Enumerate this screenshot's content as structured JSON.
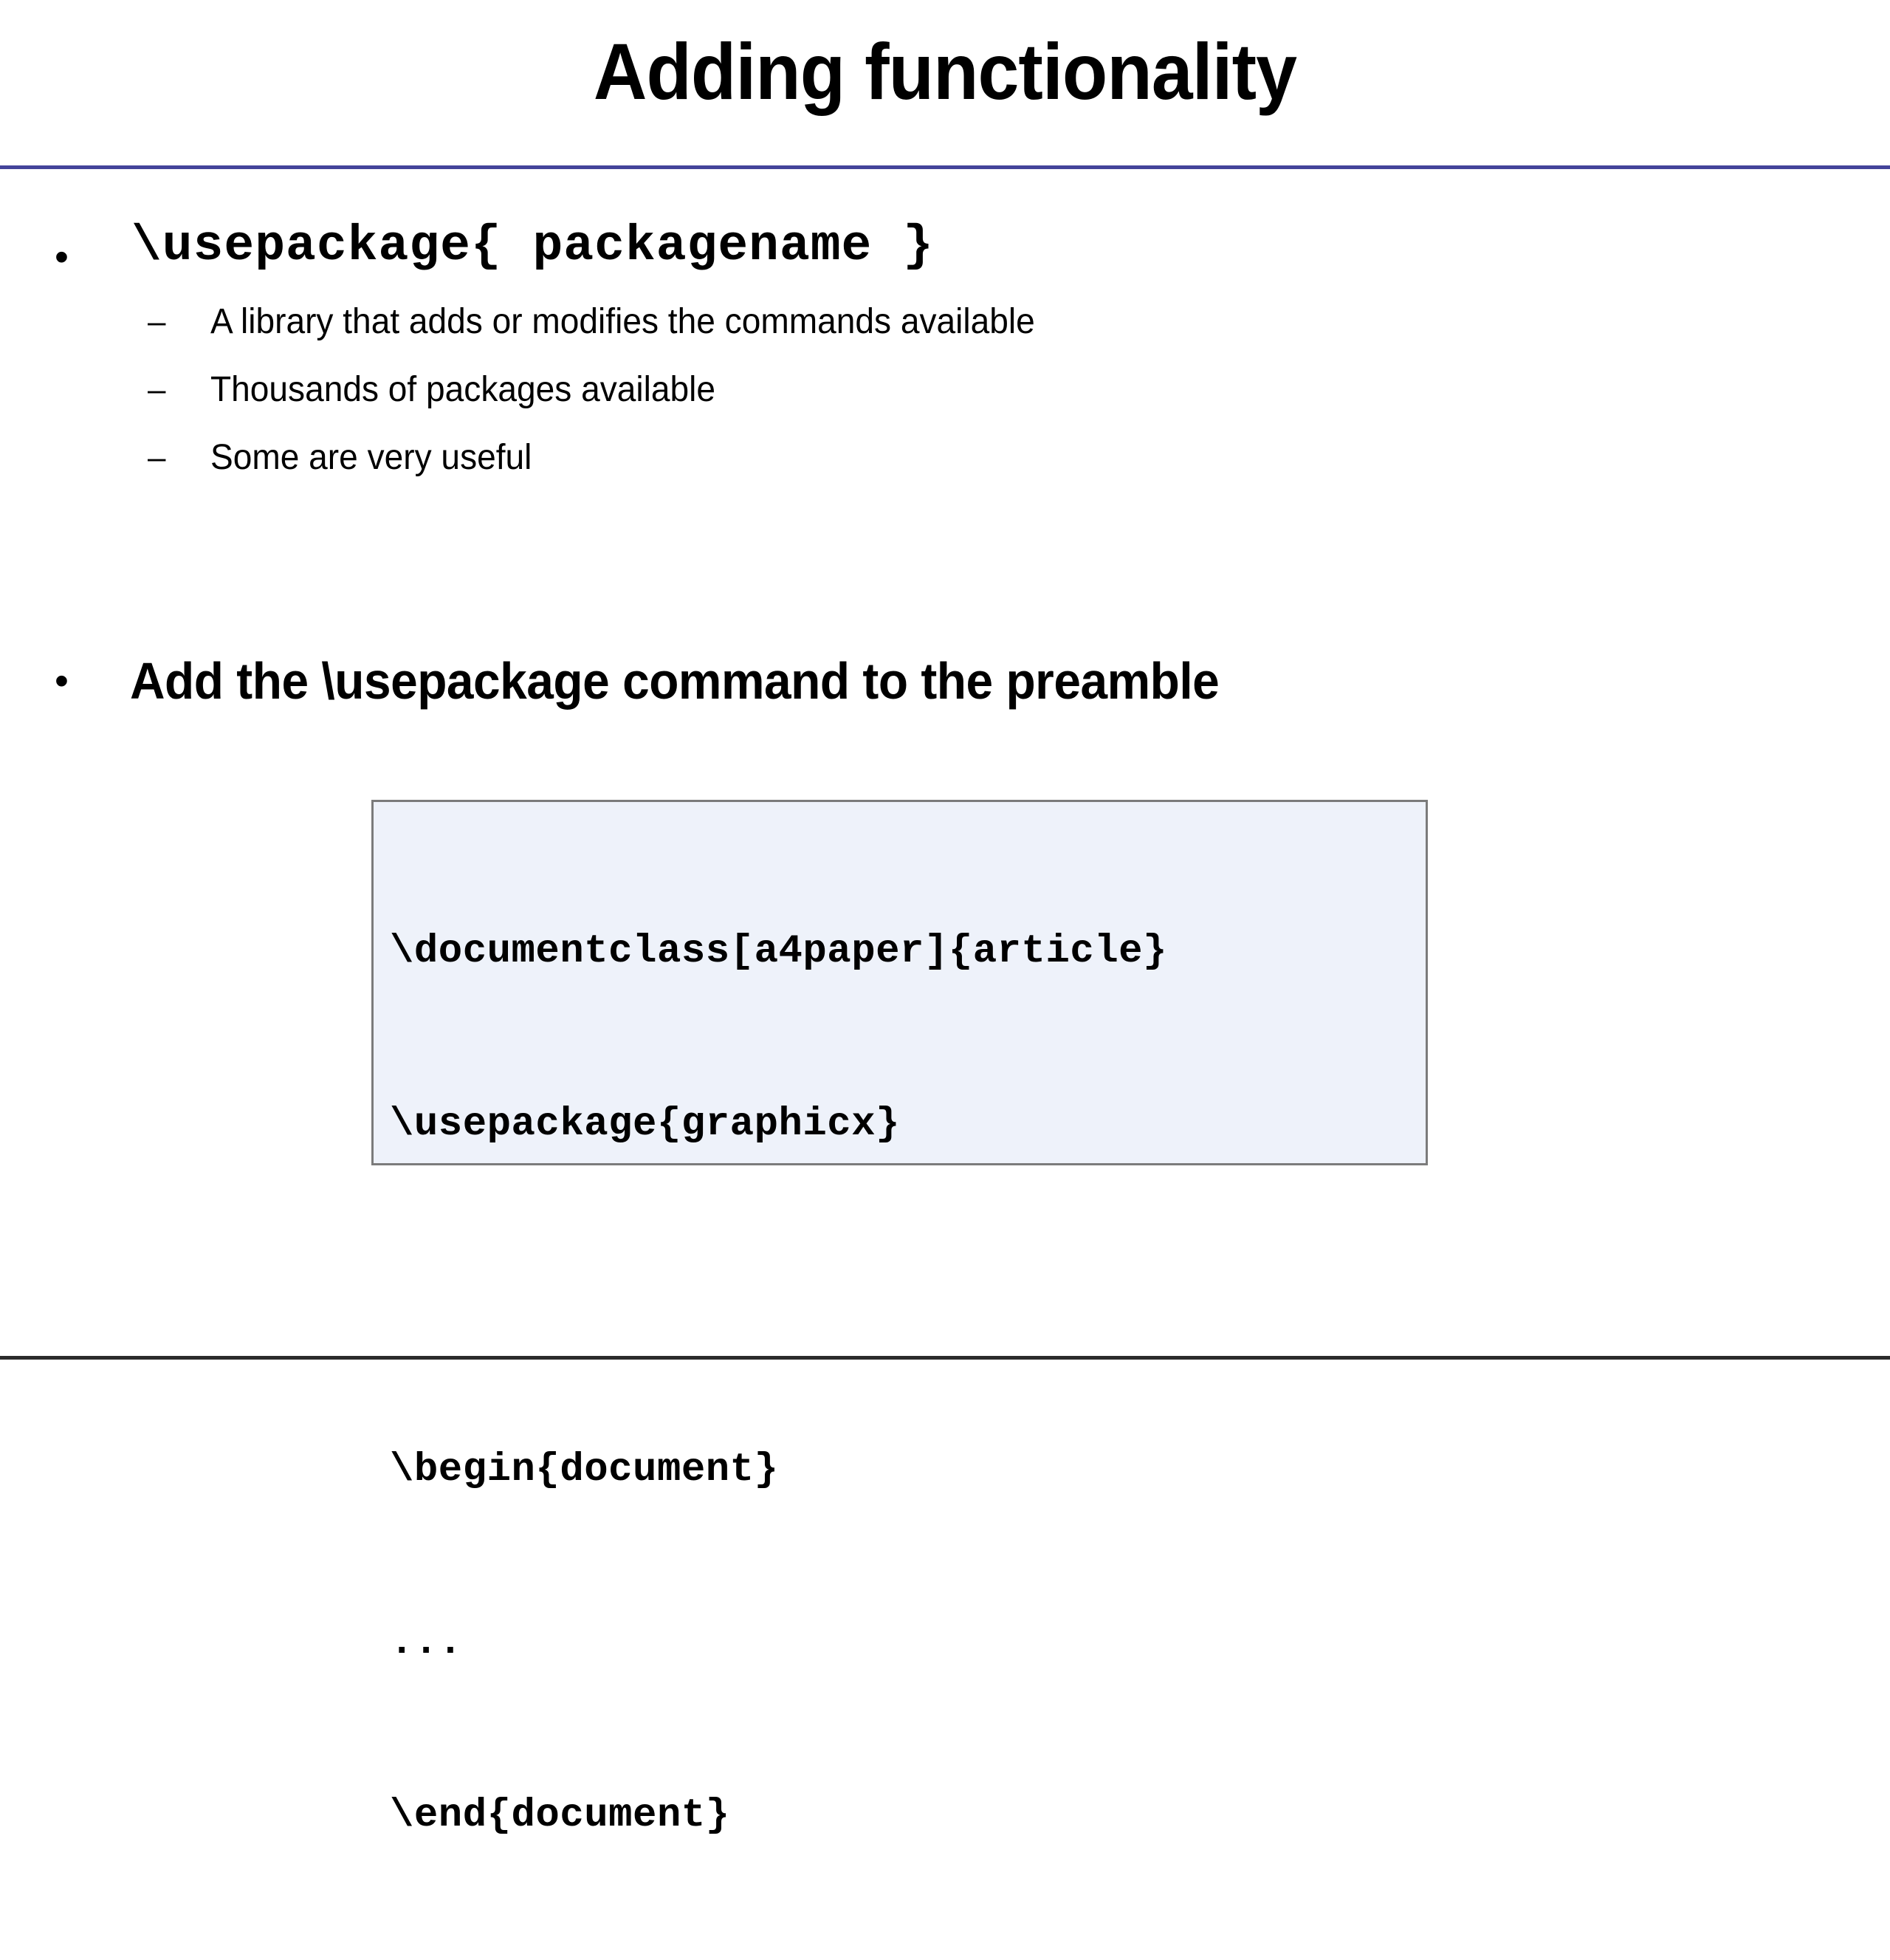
{
  "slide": {
    "title": "Adding functionality",
    "title_rule_color": "#44449a",
    "bottom_rule_color": "#2b2b2b",
    "background_color": "#ffffff"
  },
  "bullets": {
    "marker_glyph": "•",
    "dash_glyph": "–",
    "first": {
      "text": "\\usepackage{ packagename }",
      "sub_items": [
        {
          "text": "A library that adds or modifies the commands available"
        },
        {
          "text": "Thousands of packages available"
        },
        {
          "text": "Some are very useful"
        }
      ]
    },
    "second": {
      "text": "Add the \\usepackage command to the preamble"
    }
  },
  "code_box": {
    "background_color": "#eef2fa",
    "border_color": "#7b7b7b",
    "lines": [
      "\\documentclass[a4paper]{article}",
      "\\usepackage{graphicx}",
      "",
      "\\begin{document}",
      "...",
      "\\end{document}"
    ]
  }
}
